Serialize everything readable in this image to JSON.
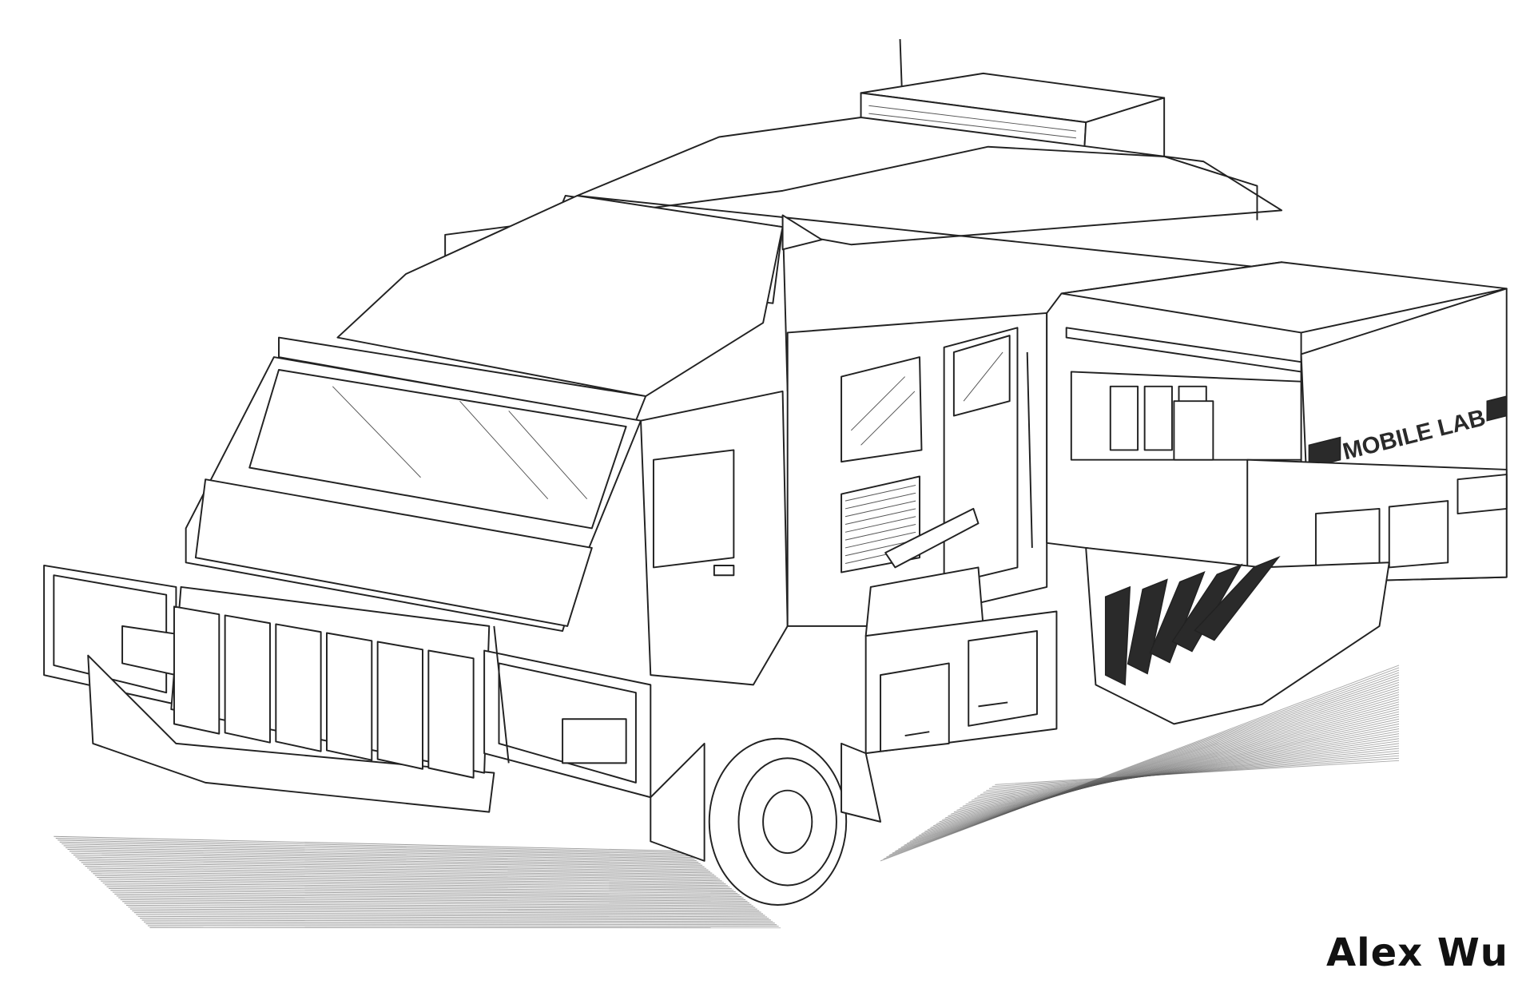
{
  "artwork": {
    "subject": "mobile-lab-truck-line-drawing",
    "vehicle_lettering": "MOBILE LAB",
    "signature": "Alex Wu",
    "colors": {
      "ink": "#222222",
      "paper": "#ffffff",
      "stripe": "#2a2a2a"
    }
  }
}
